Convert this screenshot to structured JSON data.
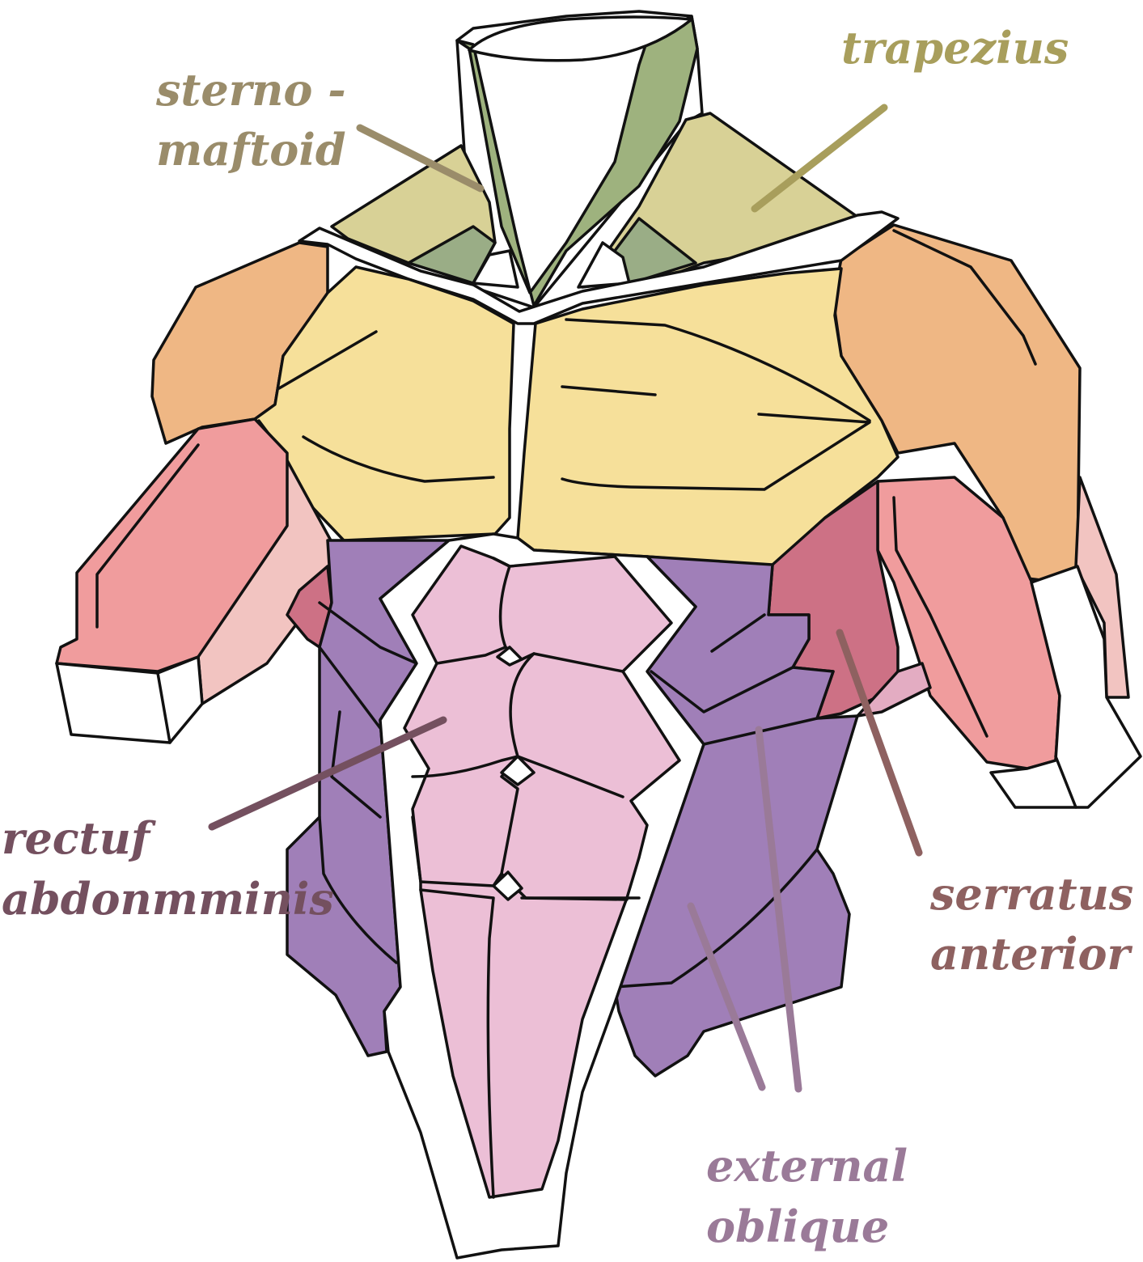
{
  "labels": {
    "sternomastoid": {
      "line1": "sterno -",
      "line2": "maftoid"
    },
    "trapezius": {
      "line1": "trapezius"
    },
    "rectus": {
      "line1": "rectuf",
      "line2": "abdonmminis"
    },
    "serratus": {
      "line1": "serratus",
      "line2": "anterior"
    },
    "oblique": {
      "line1": "external",
      "line2": "oblique"
    }
  },
  "colors": {
    "sternomastoid_label": "#9a8c6a",
    "trapezius_label": "#a89e5c",
    "rectus_label": "#74505f",
    "serratus_label": "#8e6160",
    "oblique_label": "#9a7a98",
    "trapezius": "#d8d196",
    "sternomastoid": "#9eb27e",
    "deltoid": "#efb784",
    "pectoral": "#f6e09a",
    "biceps": "#f09c9d",
    "forearm": "#f2c4c1",
    "serratus": "#cd7185",
    "oblique": "#a07fb8",
    "rectus": "#ecbfd6",
    "rectus_lower": "#ebbad3"
  }
}
